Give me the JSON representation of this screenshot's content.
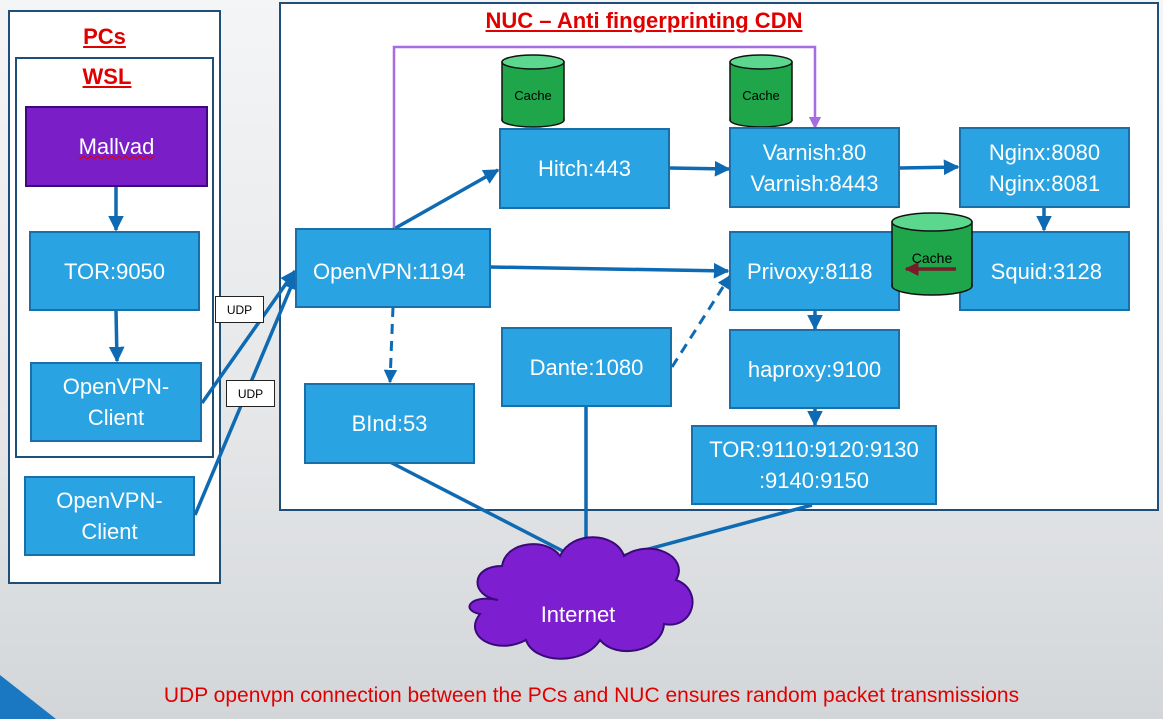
{
  "pcs": {
    "title": "PCs"
  },
  "wsl": {
    "title": "WSL"
  },
  "nuc": {
    "title": "NUC – Anti fingerprinting CDN"
  },
  "nodes": {
    "mallvad": "Mallvad",
    "tor9050": "TOR:9050",
    "openvpn_client_wsl": "OpenVPN-\nClient",
    "openvpn_client_pc": "OpenVPN-\nClient",
    "openvpn_server": "OpenVPN:1194",
    "bind": "BInd:53",
    "hitch": "Hitch:443",
    "dante": "Dante:1080",
    "varnish": "Varnish:80\nVarnish:8443",
    "nginx": "Nginx:8080\nNginx:8081",
    "privoxy": "Privoxy:8118",
    "squid": "Squid:3128",
    "haproxy": "haproxy:9100",
    "tor_multi": "TOR:9110:9120:9130\n:9140:9150",
    "internet": "Internet"
  },
  "labels": {
    "udp_1": "UDP",
    "udp_2": "UDP",
    "cache_1": "Cache",
    "cache_2": "Cache",
    "cache_3": "Cache"
  },
  "caption": "UDP openvpn connection between the PCs and NUC ensures random packet transmissions",
  "colors": {
    "node_fill": "#29a3e1",
    "node_border": "#1a6fa8",
    "mallvad_fill": "#7a1fc7",
    "cache_fill": "#1fa64a",
    "cloud_fill": "#7d1fd0",
    "arrow": "#0d6ab3",
    "feedback_arrow": "#a66de0",
    "title_red": "#e00000"
  },
  "icons": {
    "cache": "cylinder-database-icon",
    "internet": "cloud-icon"
  }
}
